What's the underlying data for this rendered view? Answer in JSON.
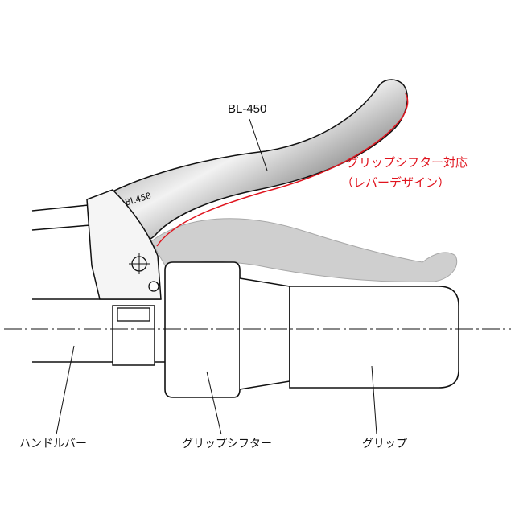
{
  "diagram": {
    "model_label": "BL-450",
    "lever_engraving": "BL450",
    "feature_title": "グリップシフター対応",
    "feature_subtitle": "（レバーデザイン）",
    "labels": {
      "handlebar": "ハンドルバー",
      "grip_shifter": "グリップシフター",
      "grip": "グリップ"
    },
    "colors": {
      "accent_red": "#e0141e",
      "ink": "#111111",
      "ghost_lever": "#bdbdbd"
    }
  }
}
